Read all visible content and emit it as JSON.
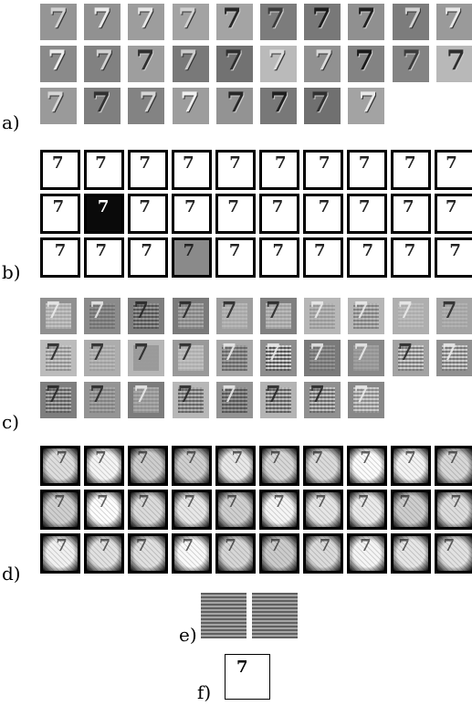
{
  "labels": {
    "a": "a)",
    "b": "b)",
    "c": "c)",
    "d": "d)",
    "e": "e)",
    "f": "f)"
  },
  "panels": {
    "a": {
      "rows": [
        10,
        10,
        8
      ],
      "style": "gray-digit",
      "digit": "7"
    },
    "b": {
      "rows": [
        10,
        10,
        10
      ],
      "style": "white-sparse",
      "digit": "7"
    },
    "c": {
      "rows": [
        10,
        10,
        8
      ],
      "style": "gray-texture",
      "digit": "7"
    },
    "d": {
      "rows": [
        10,
        10,
        10
      ],
      "style": "black-frame-texture",
      "digit": "7"
    },
    "e": {
      "rows": [
        2
      ],
      "style": "checker-texture",
      "digit": ""
    },
    "f": {
      "rows": [
        1
      ],
      "style": "outlined-digit",
      "digit": "7"
    }
  },
  "colors": {
    "gray_light": "#a8a8a8",
    "gray_mid": "#888888",
    "gray_dark": "#4a4a4a",
    "black": "#000000",
    "white": "#ffffff"
  }
}
